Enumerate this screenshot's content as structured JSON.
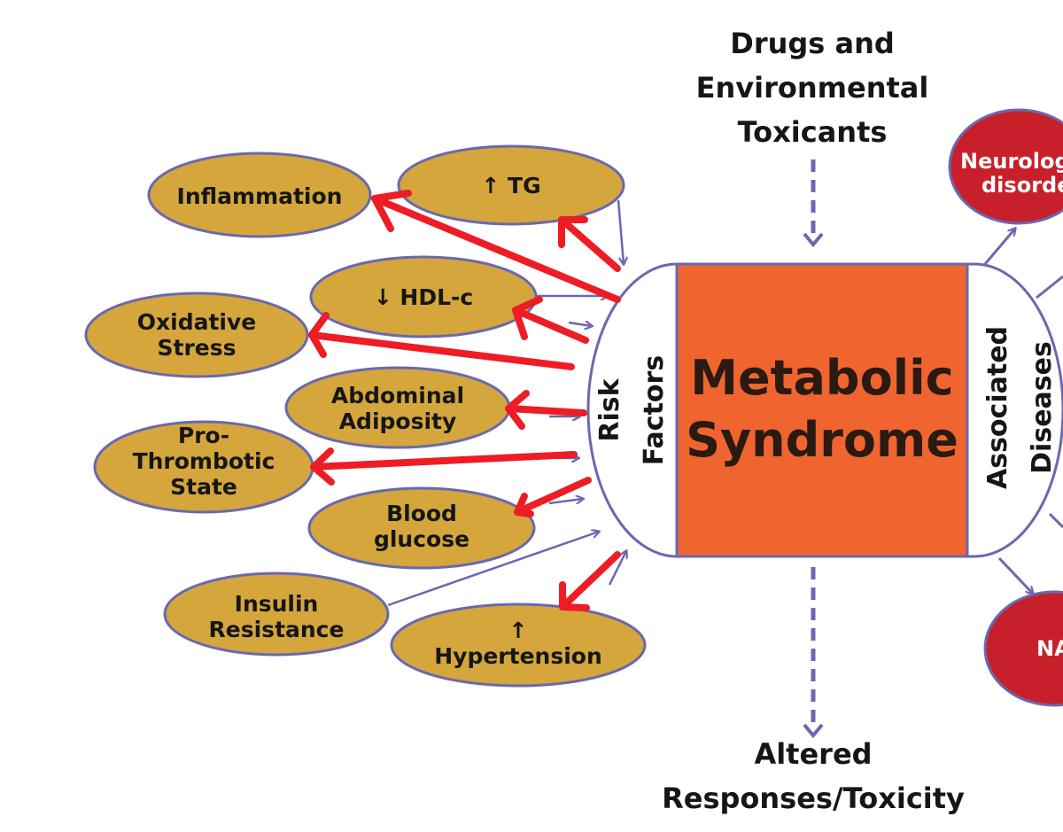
{
  "top_label": {
    "lines": [
      "Drugs and",
      "Environmental",
      "Toxicants"
    ]
  },
  "bottom_label": {
    "lines": [
      "Altered",
      "Responses/Toxicity"
    ]
  },
  "center": {
    "title_lines": [
      "Metabolic",
      "Syndrome"
    ],
    "risk_lines": [
      "Risk",
      "Factors"
    ],
    "assoc_lines": [
      "Associated",
      "Diseases"
    ]
  },
  "risk_factors": [
    {
      "id": "inflammation",
      "lines": [
        "Inflammation"
      ]
    },
    {
      "id": "tg",
      "lines": [
        "↑ TG"
      ]
    },
    {
      "id": "hdl",
      "lines": [
        "↓ HDL-c"
      ]
    },
    {
      "id": "oxidative-stress",
      "lines": [
        "Oxidative",
        "Stress"
      ]
    },
    {
      "id": "abdominal-adiposity",
      "lines": [
        "Abdominal",
        "Adiposity"
      ]
    },
    {
      "id": "prothrombotic-state",
      "lines": [
        "Pro-",
        "Thrombotic",
        "State"
      ]
    },
    {
      "id": "blood-glucose",
      "lines": [
        "Blood",
        "glucose"
      ]
    },
    {
      "id": "insulin-resistance",
      "lines": [
        "Insulin",
        "Resistance"
      ]
    },
    {
      "id": "hypertension",
      "lines": [
        "↑",
        "Hypertension"
      ]
    }
  ],
  "diseases": [
    {
      "id": "neurological",
      "lines": [
        "Neurolog",
        "disorde"
      ]
    },
    {
      "id": "na",
      "lines": [
        "NA"
      ]
    }
  ],
  "colors": {
    "ellipse_fill": "#d4a63c",
    "ellipse_stroke": "#6a68b0",
    "center_fill": "#f0652f",
    "disease_fill": "#c8202a",
    "red_arrow": "#ee1c24",
    "blue_arrow": "#6a68b0"
  }
}
